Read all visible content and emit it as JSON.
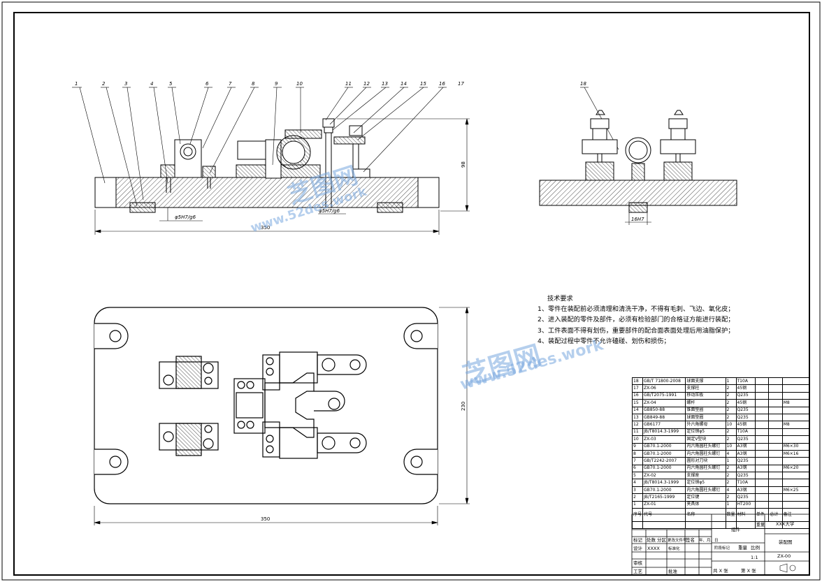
{
  "balloons": [
    "1",
    "2",
    "3",
    "4",
    "5",
    "6",
    "7",
    "8",
    "9",
    "10",
    "11",
    "12",
    "13",
    "14",
    "15",
    "16",
    "17"
  ],
  "side_balloon": "18",
  "dimensions": {
    "front_width": "350",
    "front_height": "98",
    "fit_left": "φ5H7/g6",
    "fit_right": "φ5H7/g6",
    "side_fit": "16H7",
    "plan_width": "350",
    "plan_height": "230"
  },
  "tech_requirements": {
    "title": "技术要求",
    "lines": [
      "1、零件在装配前必须清理和清洗干净，不得有毛刺、飞边、氧化皮；",
      "2、进入装配的零件及部件，必须有检验部门的合格证方能进行装配；",
      "3、工件表面不得有划伤，重要部件的配合面表面处理后用油脂保护；",
      "4、装配过程中零件不允许磕碰、划伤和损伤；"
    ]
  },
  "watermark": {
    "brand": "芝图网",
    "url": "www.52des.work"
  },
  "bom": {
    "rows": [
      [
        "18",
        "GB/T 71800-2008",
        "球面支撑",
        "1",
        "T10A",
        ""
      ],
      [
        "17",
        "ZX-06",
        "支撑柱",
        "2",
        "45钢",
        ""
      ],
      [
        "16",
        "GB/T2075-1991",
        "移动压板",
        "2",
        "Q235",
        ""
      ],
      [
        "15",
        "ZX-04",
        "螺杆",
        "2",
        "45钢",
        "M8"
      ],
      [
        "14",
        "GB850-88",
        "锥面垫圈",
        "2",
        "Q235",
        ""
      ],
      [
        "13",
        "GB849-88",
        "球面垫圈",
        "2",
        "Q235",
        ""
      ],
      [
        "12",
        "GB6177",
        "外六角螺母",
        "10",
        "45钢",
        "M8"
      ],
      [
        "11",
        "JB/T8014.3-1999",
        "定位销φ5",
        "2",
        "T10A",
        ""
      ],
      [
        "10",
        "ZX-03",
        "固定V型块",
        "2",
        "Q235",
        ""
      ],
      [
        "9",
        "GB70.1-2000",
        "内六角圆柱头螺钉",
        "10",
        "A3钢",
        "M6×30"
      ],
      [
        "8",
        "GB70.1-2000",
        "内六角圆柱头螺钉",
        "4",
        "A3钢",
        "M6×16"
      ],
      [
        "7",
        "GB/T2242-2007",
        "圆形对刀块",
        "1",
        "Q235",
        ""
      ],
      [
        "6",
        "GB70.1-2000",
        "内六角圆柱头螺钉",
        "2",
        "A3钢",
        "M6×20"
      ],
      [
        "5",
        "ZX-02",
        "支撑座",
        "2",
        "Q235",
        ""
      ],
      [
        "4",
        "JB/T8014.3-1999",
        "定位销φ5",
        "2",
        "T10A",
        ""
      ],
      [
        "3",
        "GB70.1-2000",
        "内六角圆柱头螺钉",
        "4",
        "A3钢",
        "M6×25"
      ],
      [
        "2",
        "JB/T2165-1999",
        "定位键",
        "2",
        "Q235",
        ""
      ],
      [
        "1",
        "ZX-01",
        "夹具体",
        "1",
        "HT200",
        ""
      ]
    ],
    "header": [
      "序号",
      "代号",
      "名称",
      "数量",
      "材料",
      "单件",
      "总计",
      "备注"
    ],
    "header_sub": "重量"
  },
  "title_block": {
    "school": "XXX大学",
    "assembly": "组件",
    "drawing": "装配图",
    "code": "ZX-00",
    "scale": "1:1",
    "labels": [
      "标记",
      "处数",
      "分区",
      "更改文件号",
      "签名",
      "年、月、日",
      "设计",
      "XXXX",
      "标准化",
      "审核",
      "工艺",
      "批准",
      "阶段标记",
      "重量",
      "比例",
      "共 X 张",
      "第 X 张"
    ]
  },
  "colors": {
    "line": "#000000",
    "watermark": "#7aa8e0"
  }
}
